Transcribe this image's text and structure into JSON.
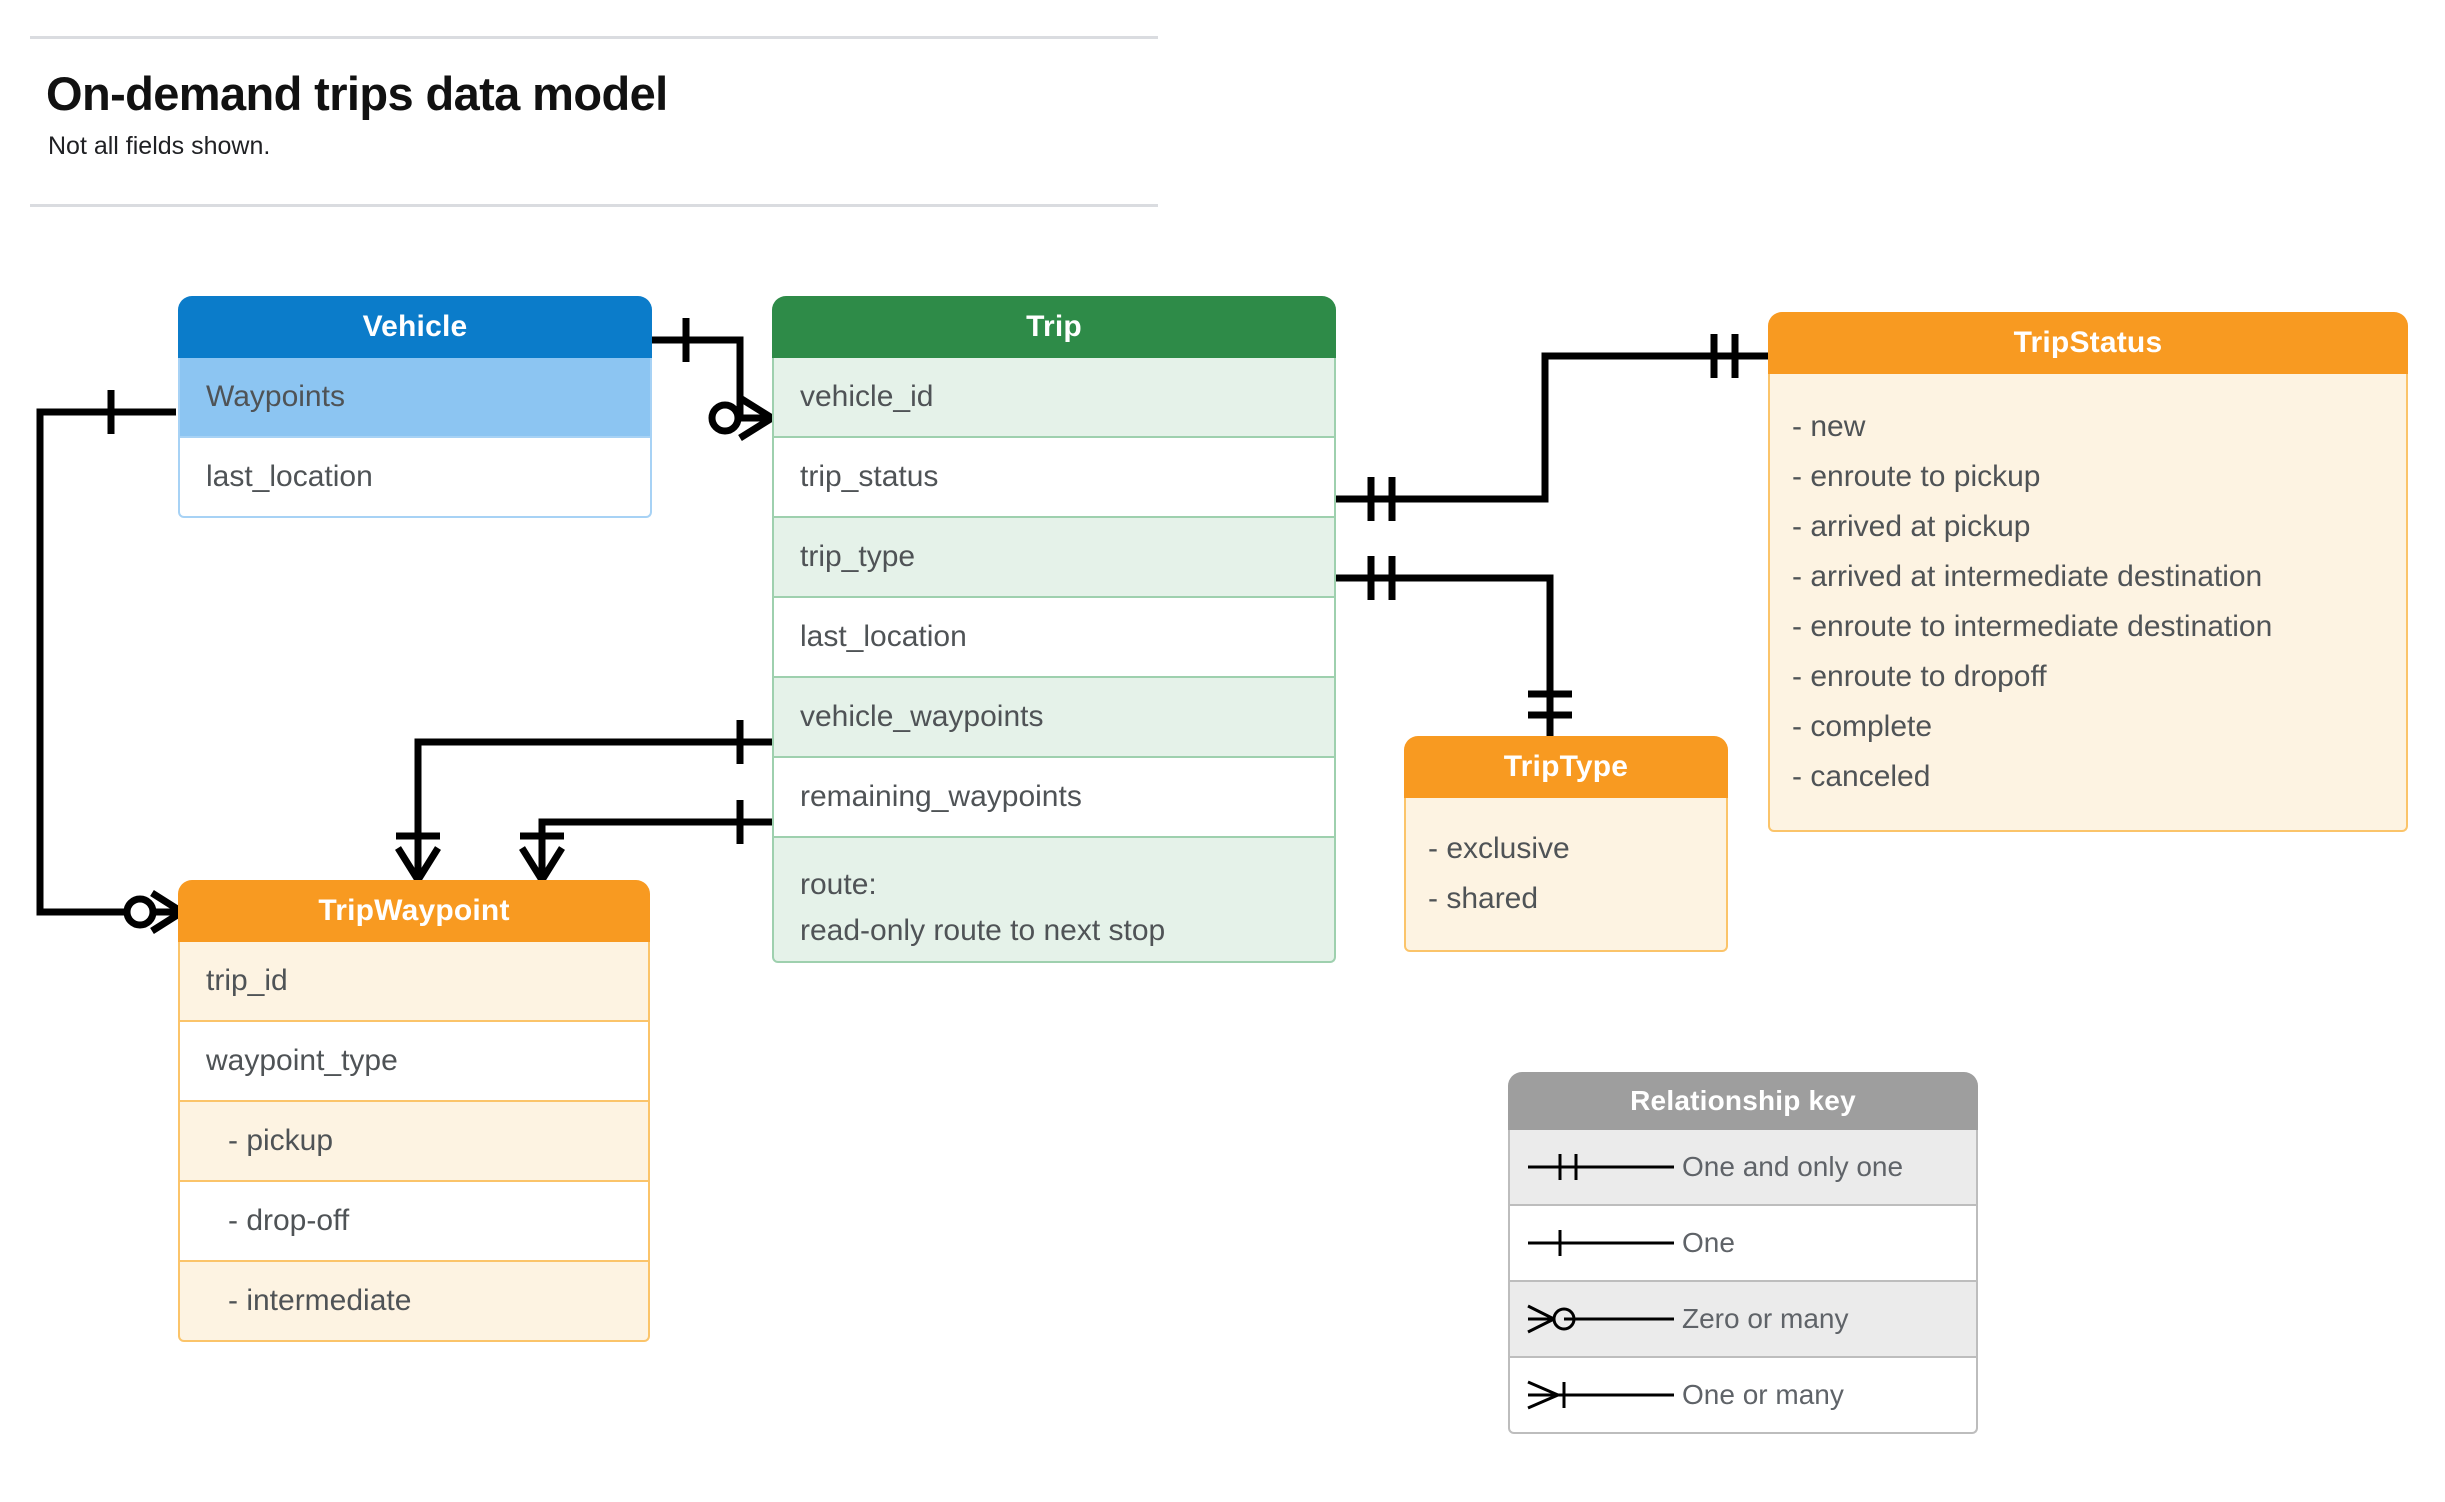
{
  "header": {
    "title": "On-demand trips data model",
    "subtitle": "Not all fields shown."
  },
  "colors": {
    "vehicle_header": "#0b7cca",
    "vehicle_highlight_row": "#8cc5f2",
    "trip_header": "#2e8b48",
    "trip_row": "#e5f2e9",
    "orange_header": "#f89a21",
    "orange_row": "#fdf3e2",
    "legend_header": "#9e9e9e",
    "legend_row": "#ebebeb",
    "text": "#4f5356",
    "rule": "#dadce0"
  },
  "entities": {
    "vehicle": {
      "title": "Vehicle",
      "fields": [
        {
          "label": "Waypoints"
        },
        {
          "label": "last_location"
        }
      ]
    },
    "trip": {
      "title": "Trip",
      "fields": [
        {
          "label": "vehicle_id"
        },
        {
          "label": "trip_status"
        },
        {
          "label": "trip_type"
        },
        {
          "label": "last_location"
        },
        {
          "label": "vehicle_waypoints"
        },
        {
          "label": "remaining_waypoints"
        },
        {
          "label": "route:",
          "label2": "read-only route to next stop"
        }
      ]
    },
    "trip_waypoint": {
      "title": "TripWaypoint",
      "fields": [
        {
          "label": "trip_id"
        },
        {
          "label": "waypoint_type"
        },
        {
          "label": "-  pickup"
        },
        {
          "label": "-  drop-off"
        },
        {
          "label": "-  intermediate"
        }
      ]
    },
    "trip_status": {
      "title": "TripStatus",
      "values": [
        "- new",
        "- enroute to pickup",
        "- arrived at pickup",
        "- arrived at intermediate destination",
        "- enroute to intermediate destination",
        "- enroute to dropoff",
        "- complete",
        "- canceled"
      ]
    },
    "trip_type": {
      "title": "TripType",
      "values": [
        "- exclusive",
        "- shared"
      ]
    }
  },
  "legend": {
    "title": "Relationship key",
    "rows": [
      {
        "symbol": "one-and-only-one-symbol",
        "label": "One and only one"
      },
      {
        "symbol": "one-symbol",
        "label": "One"
      },
      {
        "symbol": "zero-or-many-symbol",
        "label": "Zero or many"
      },
      {
        "symbol": "one-or-many-symbol",
        "label": "One or many"
      }
    ]
  },
  "relationships": [
    {
      "from": "Vehicle",
      "to": "Trip.vehicle_id",
      "from_card": "One",
      "to_card": "Zero or many"
    },
    {
      "from": "Vehicle.Waypoints",
      "to": "TripWaypoint",
      "from_card": "One",
      "to_card": "Zero or many"
    },
    {
      "from": "Trip.trip_status",
      "to": "TripStatus",
      "from_card": "One and only one",
      "to_card": "One and only one"
    },
    {
      "from": "Trip.trip_type",
      "to": "TripType",
      "from_card": "One and only one",
      "to_card": "One and only one"
    },
    {
      "from": "Trip.vehicle_waypoints",
      "to": "TripWaypoint",
      "from_card": "One",
      "to_card": "One or many"
    },
    {
      "from": "Trip.remaining_waypoints",
      "to": "TripWaypoint",
      "from_card": "One",
      "to_card": "One or many"
    }
  ]
}
